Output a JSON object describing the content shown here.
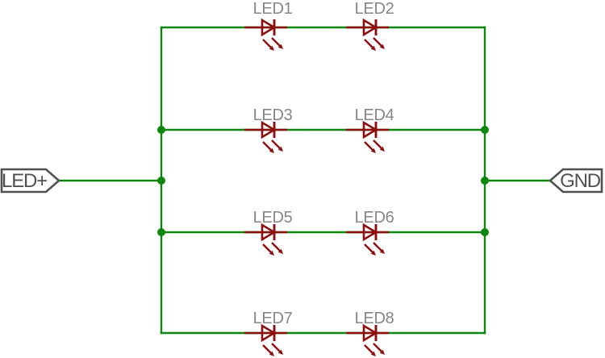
{
  "nets": {
    "positive_label": "LED+",
    "ground_label": "GND"
  },
  "leds": [
    {
      "ref": "LED1"
    },
    {
      "ref": "LED2"
    },
    {
      "ref": "LED3"
    },
    {
      "ref": "LED4"
    },
    {
      "ref": "LED5"
    },
    {
      "ref": "LED6"
    },
    {
      "ref": "LED7"
    },
    {
      "ref": "LED8"
    }
  ],
  "colors": {
    "wire": "#0f860f",
    "device": "#8d0f0f",
    "reftext": "#868686",
    "label": "#515151",
    "background": "#ffffff"
  }
}
